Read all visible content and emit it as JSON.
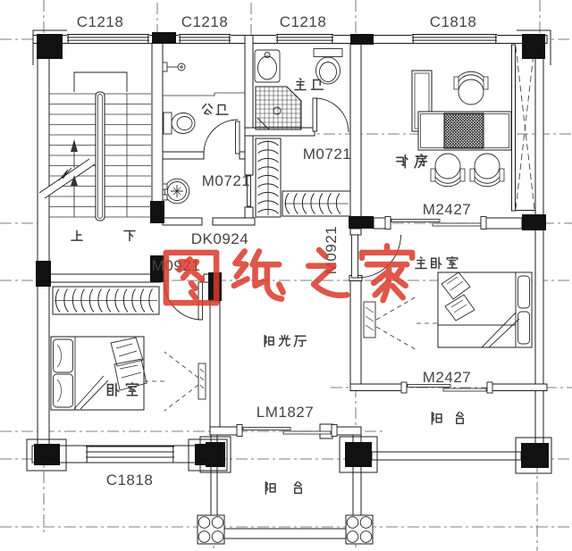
{
  "drawing": {
    "watermark": {
      "text": "图纸之家",
      "color": "#d93a2b"
    },
    "rooms": {
      "public_bath": "公卫",
      "master_bath": "主卫",
      "study": "书房",
      "master_bedroom": "主卧室",
      "bedroom": "卧室",
      "sun_hall": "阳光厅",
      "balcony_right": "阳台",
      "balcony_bottom": "阳台",
      "stairs_up": "上",
      "stairs_down": "下"
    },
    "openings": {
      "win_top_1": "C1218",
      "win_top_2": "C1218",
      "win_top_3": "C1218",
      "win_top_right": "C1818",
      "win_bottom": "C1818",
      "door_washroom": "M0721",
      "door_master_bath": "M0721",
      "opening_stair_hall": "DK0924",
      "door_bedroom": "M0921",
      "door_master_bedroom": "M0921",
      "door_study": "M2427",
      "door_balcony": "M2427",
      "door_sun_hall": "LM1827"
    }
  }
}
